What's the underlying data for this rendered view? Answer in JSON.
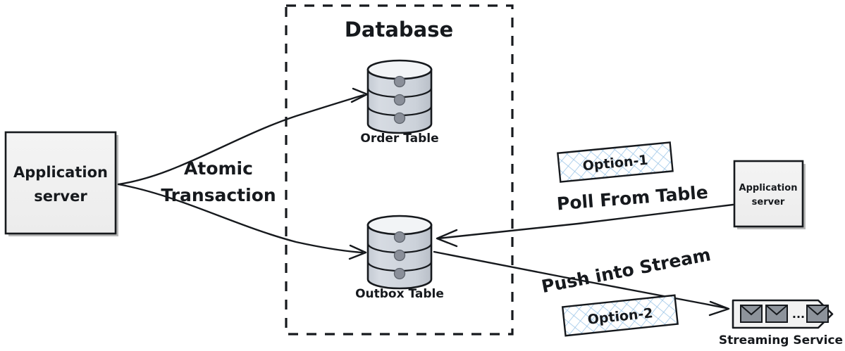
{
  "diagram": {
    "title_visible": false,
    "background_color": "#ffffff",
    "ink_color": "#16191d",
    "cylinder_fill": "#ced4dc",
    "cylinder_dot_fill": "#8a8f99",
    "box_fill": "#f0f0f0",
    "badge_hatch_color": "#9ec7e8",
    "badge_fill": "#ffffff",
    "stream_fill": "#f2f2f2",
    "envelope_fill": "#8d939b"
  },
  "boundary": {
    "label": "Database",
    "style": "dashed"
  },
  "nodes": {
    "app_server_left": {
      "line1": "Application",
      "line2": "server"
    },
    "order_table": {
      "label": "Order Table",
      "rows": 3
    },
    "outbox_table": {
      "label": "Outbox Table",
      "rows": 3
    },
    "app_server_right": {
      "line1": "Application",
      "line2": "server"
    },
    "streaming_service": {
      "label": "Streaming Service",
      "envelope_count": 3,
      "ellipsis": "..."
    }
  },
  "edges": {
    "atomic_transaction": {
      "line1": "Atomic",
      "line2": "Transaction"
    },
    "poll_from_table": {
      "label": "Poll From Table"
    },
    "push_into_stream": {
      "label": "Push into Stream"
    }
  },
  "badges": {
    "option_1": {
      "label": "Option-1"
    },
    "option_2": {
      "label": "Option-2"
    }
  }
}
